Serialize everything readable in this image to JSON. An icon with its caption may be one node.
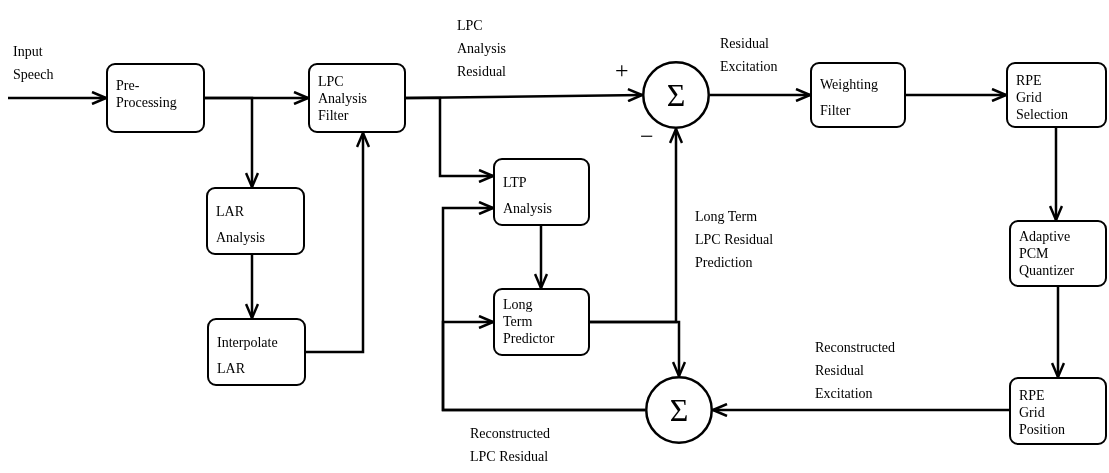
{
  "diagram": {
    "nodes": [
      {
        "text": [
          "Pre-Processing"
        ]
      },
      {
        "text": [
          "LPC Analysis Filter"
        ]
      },
      {
        "text": [
          "LAR Analysis"
        ]
      },
      {
        "text": [
          "Interpolate LAR"
        ]
      },
      {
        "text": [
          "LTP Analysis"
        ]
      },
      {
        "text": [
          "Long Term Predictor"
        ]
      },
      {
        "text": [
          "Σ"
        ]
      },
      {
        "text": [
          "Weighting Filter"
        ]
      },
      {
        "text": [
          "RPE Grid Selection"
        ]
      },
      {
        "text": [
          "Adaptive PCM Quantizer"
        ]
      },
      {
        "text": [
          "RPE Grid Position"
        ]
      },
      {
        "text": [
          "Σ"
        ]
      }
    ],
    "edges": [
      {
        "from": null,
        "to": 0,
        "arrow": "to",
        "label": "Input Speech"
      },
      {
        "from": 0,
        "to": 1,
        "arrow": "to"
      },
      {
        "from": 0,
        "to": 2,
        "arrow": "to"
      },
      {
        "from": 2,
        "to": 3,
        "arrow": "to"
      },
      {
        "from": 3,
        "to": 1,
        "arrow": "to"
      },
      {
        "from": 1,
        "to": 6,
        "arrow": "to",
        "label": "LPC Analysis Residual"
      },
      {
        "from": 1,
        "to": 4,
        "arrow": "to"
      },
      {
        "from": 6,
        "to": 7,
        "arrow": "to",
        "label": "Residual Excitation"
      },
      {
        "from": 7,
        "to": 8,
        "arrow": "to"
      },
      {
        "from": 8,
        "to": 9,
        "arrow": "to"
      },
      {
        "from": 9,
        "to": 10,
        "arrow": "to"
      },
      {
        "from": 10,
        "to": 11,
        "arrow": "to",
        "label": "Reconstructed Residual Excitation"
      },
      {
        "from": 4,
        "to": 5,
        "arrow": "to"
      },
      {
        "from": 5,
        "to": 6,
        "arrow": "to",
        "label": "Long Term LPC Residual Prediction"
      },
      {
        "from": 5,
        "to": 11,
        "arrow": "to"
      },
      {
        "from": 11,
        "to": 4,
        "arrow": "to",
        "label": "Reconstructed LPC Residual"
      },
      {
        "from": 11,
        "to": 5,
        "arrow": "to"
      }
    ],
    "labels": [
      "+",
      "−"
    ]
  }
}
